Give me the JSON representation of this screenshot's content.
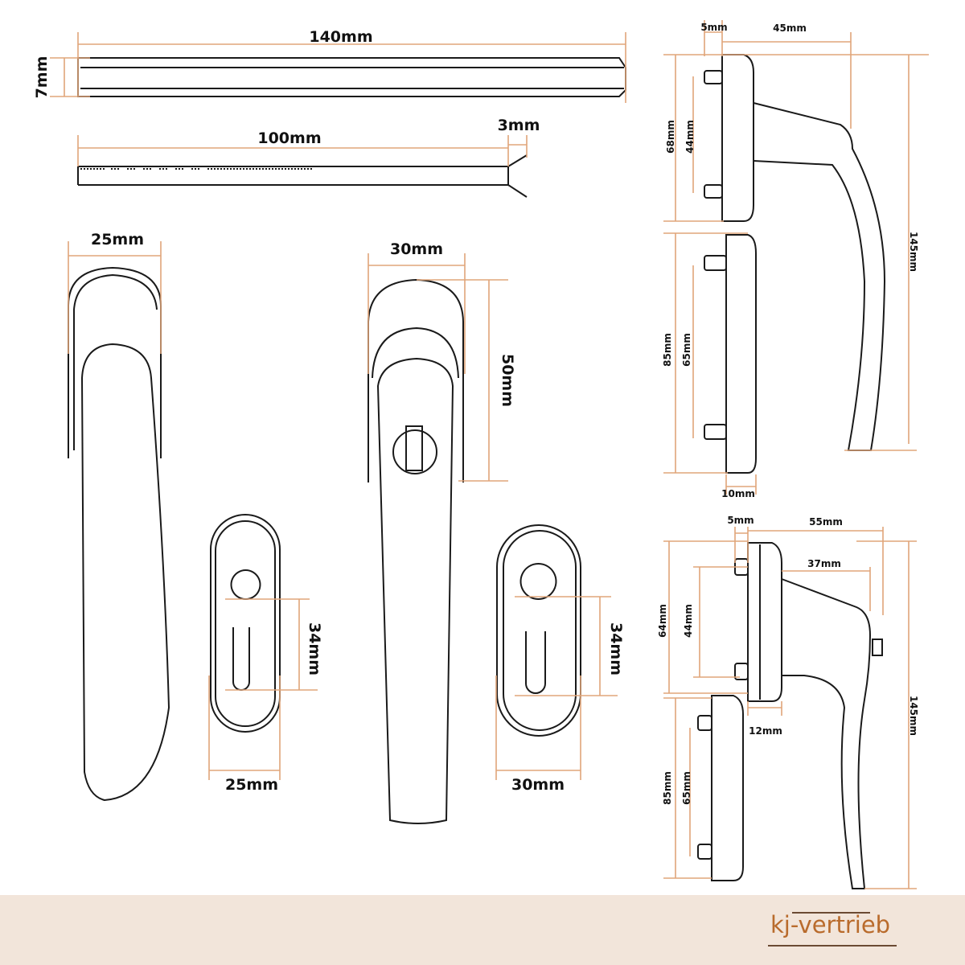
{
  "dimensions": {
    "spindle_length": "140mm",
    "spindle_width": "7mm",
    "screw_length": "100mm",
    "screw_head": "3mm",
    "handle1_width": "25mm",
    "rosette1_keyhole": "34mm",
    "rosette1_width": "25mm",
    "handle2_width": "30mm",
    "handle2_cap_height": "50mm",
    "rosette2_keyhole": "34mm",
    "rosette2_width": "30mm",
    "side1": {
      "base_gap": "5mm",
      "reach": "45mm",
      "base_height": "68mm",
      "pin_spacing": "44mm",
      "total_height": "145mm",
      "rosette_height": "85mm",
      "rosette_pin_spacing": "65mm",
      "rosette_depth": "10mm"
    },
    "side2": {
      "base_gap": "5mm",
      "reach": "55mm",
      "lever_reach": "37mm",
      "base_height": "64mm",
      "pin_spacing": "44mm",
      "base_depth": "12mm",
      "total_height": "145mm",
      "rosette_height": "85mm",
      "rosette_pin_spacing": "65mm"
    }
  },
  "brand": {
    "logo_text": "kj-vertrieb"
  },
  "colors": {
    "dimension": "#e0a57a",
    "footer": "#f2e5da",
    "logo": "#b96b2c"
  }
}
